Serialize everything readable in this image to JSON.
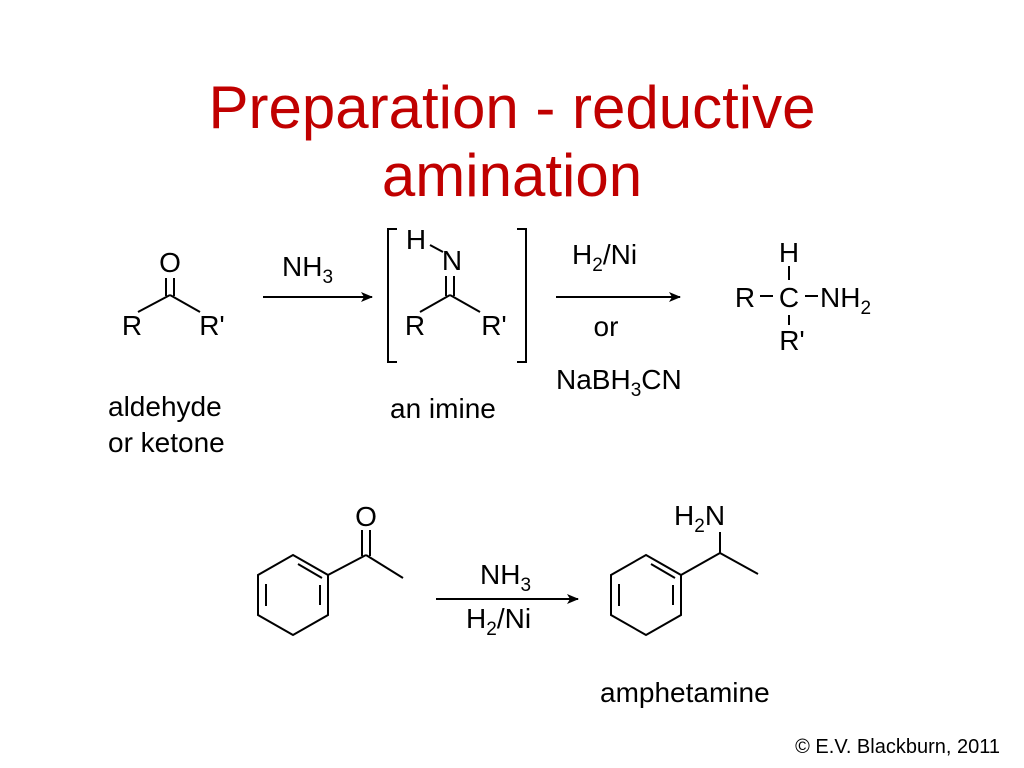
{
  "slide": {
    "title_line1": "Preparation - reductive",
    "title_line2": "amination",
    "copyright": "© E.V. Blackburn, 2011"
  },
  "general_reaction": {
    "reactant": {
      "atoms": {
        "O": "O",
        "R": "R",
        "Rp": "R'"
      },
      "label_line1": "aldehyde",
      "label_line2": "or ketone"
    },
    "step1": {
      "reagent": "NH",
      "reagent_sub": "3"
    },
    "intermediate": {
      "atoms": {
        "H": "H",
        "N": "N",
        "R": "R",
        "Rp": "R'"
      },
      "label": "an imine"
    },
    "step2": {
      "reagent1": "H",
      "reagent1_sub": "2",
      "reagent1_tail": "/Ni",
      "or": "or",
      "reagent2": "NaBH",
      "reagent2_sub": "3",
      "reagent2_tail": "CN"
    },
    "product": {
      "atoms": {
        "H": "H",
        "R": "R",
        "C": "C",
        "NH": "NH",
        "NH_sub": "2",
        "Rp": "R'"
      }
    }
  },
  "example_reaction": {
    "reactant": {
      "O": "O"
    },
    "reagent1": "NH",
    "reagent1_sub": "3",
    "reagent2": "H",
    "reagent2_sub": "2",
    "reagent2_tail": "/Ni",
    "product": {
      "H": "H",
      "H_sub": "2",
      "N": "N",
      "label": "amphetamine"
    }
  }
}
